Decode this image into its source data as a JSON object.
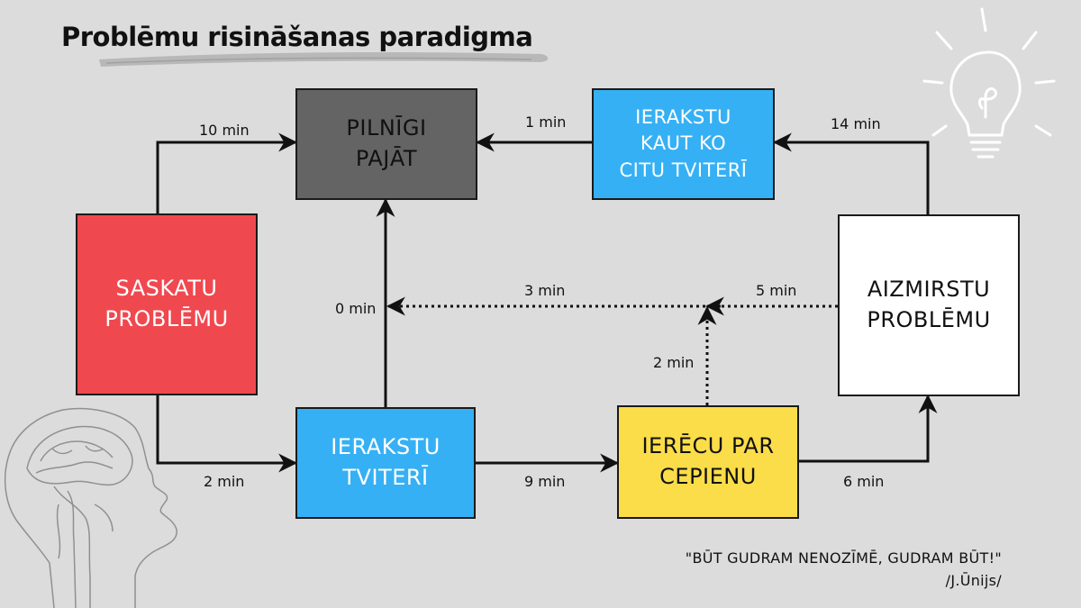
{
  "title": "Problēmu risināšanas paradigma",
  "colors": {
    "background": "#dcdcdc",
    "grey_box": "#646464",
    "blue_box": "#36b0f4",
    "red_box": "#f0484f",
    "yellow_box": "#fbdd4a",
    "white_box": "#ffffff"
  },
  "nodes": {
    "saskatu": "SASKATU\nPROBLĒMU",
    "pilnigi": "PILNĪGI\nPAJĀT",
    "ierakstu_citu": "IERAKSTU\nKAUT KO\nCITU TVITERĪ",
    "aizmirstu": "AIZMIRSTU\nPROBLĒMU",
    "ierakstu_tviteri": "IERAKSTU\nTVITERĪ",
    "ierecu": "IERĒCU PAR\nCEPIENU"
  },
  "edges": {
    "saskatu_to_pilnigi": "10 min",
    "citu_to_pilnigi": "1 min",
    "aizmirstu_to_citu": "14 min",
    "tviteri_to_pilnigi": "0 min",
    "dotted_to_tviteri_line": "3 min",
    "aizmirstu_dotted": "5 min",
    "ierecu_dotted_up": "2 min",
    "saskatu_to_tviteri": "2 min",
    "tviteri_to_ierecu": "9 min",
    "ierecu_to_aizmirstu": "6 min"
  },
  "quote": {
    "text": "\"BŪT GUDRAM NENOZĪMĒ, GUDRAM BŪT!\"",
    "author": "/J.Ūnijs/"
  },
  "icons": [
    "lightbulb-icon",
    "brain-head-icon"
  ]
}
